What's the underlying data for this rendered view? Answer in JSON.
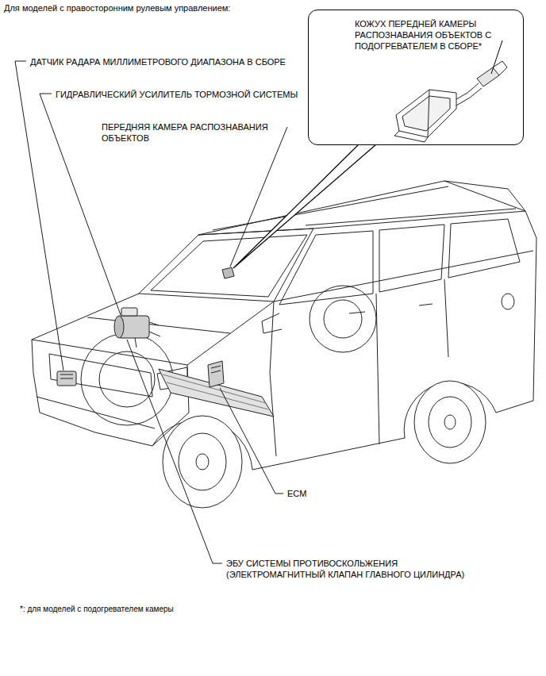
{
  "diagram": {
    "title": "Для моделей с правосторонним рулевым управлением:",
    "nodes": [
      {
        "text": [
          "КОЖУХ ПЕРЕДНЕЙ КАМЕРЫ РАСПОЗНАВАНИЯ ОБЪЕКТОВ С ПОДОГРЕВАТЕЛЕМ В СБОРЕ*"
        ]
      }
    ],
    "labels": [
      "ДАТЧИК РАДАРА МИЛЛИМЕТРОВОГО ДИАПАЗОНА В СБОРЕ",
      "ГИДРАВЛИЧЕСКИЙ УСИЛИТЕЛЬ ТОРМОЗНОЙ СИСТЕМЫ",
      "ПЕРЕДНЯЯ КАМЕРА РАСПОЗНАВАНИЯ ОБЪЕКТОВ",
      "ECM",
      "ЭБУ СИСТЕМЫ ПРОТИВОСКОЛЬЖЕНИЯ (ЭЛЕКТРОМАГНИТНЫЙ КЛАПАН ГЛАВНОГО ЦИЛИНДРА)",
      "*: для моделей с подогревателем камеры"
    ]
  }
}
